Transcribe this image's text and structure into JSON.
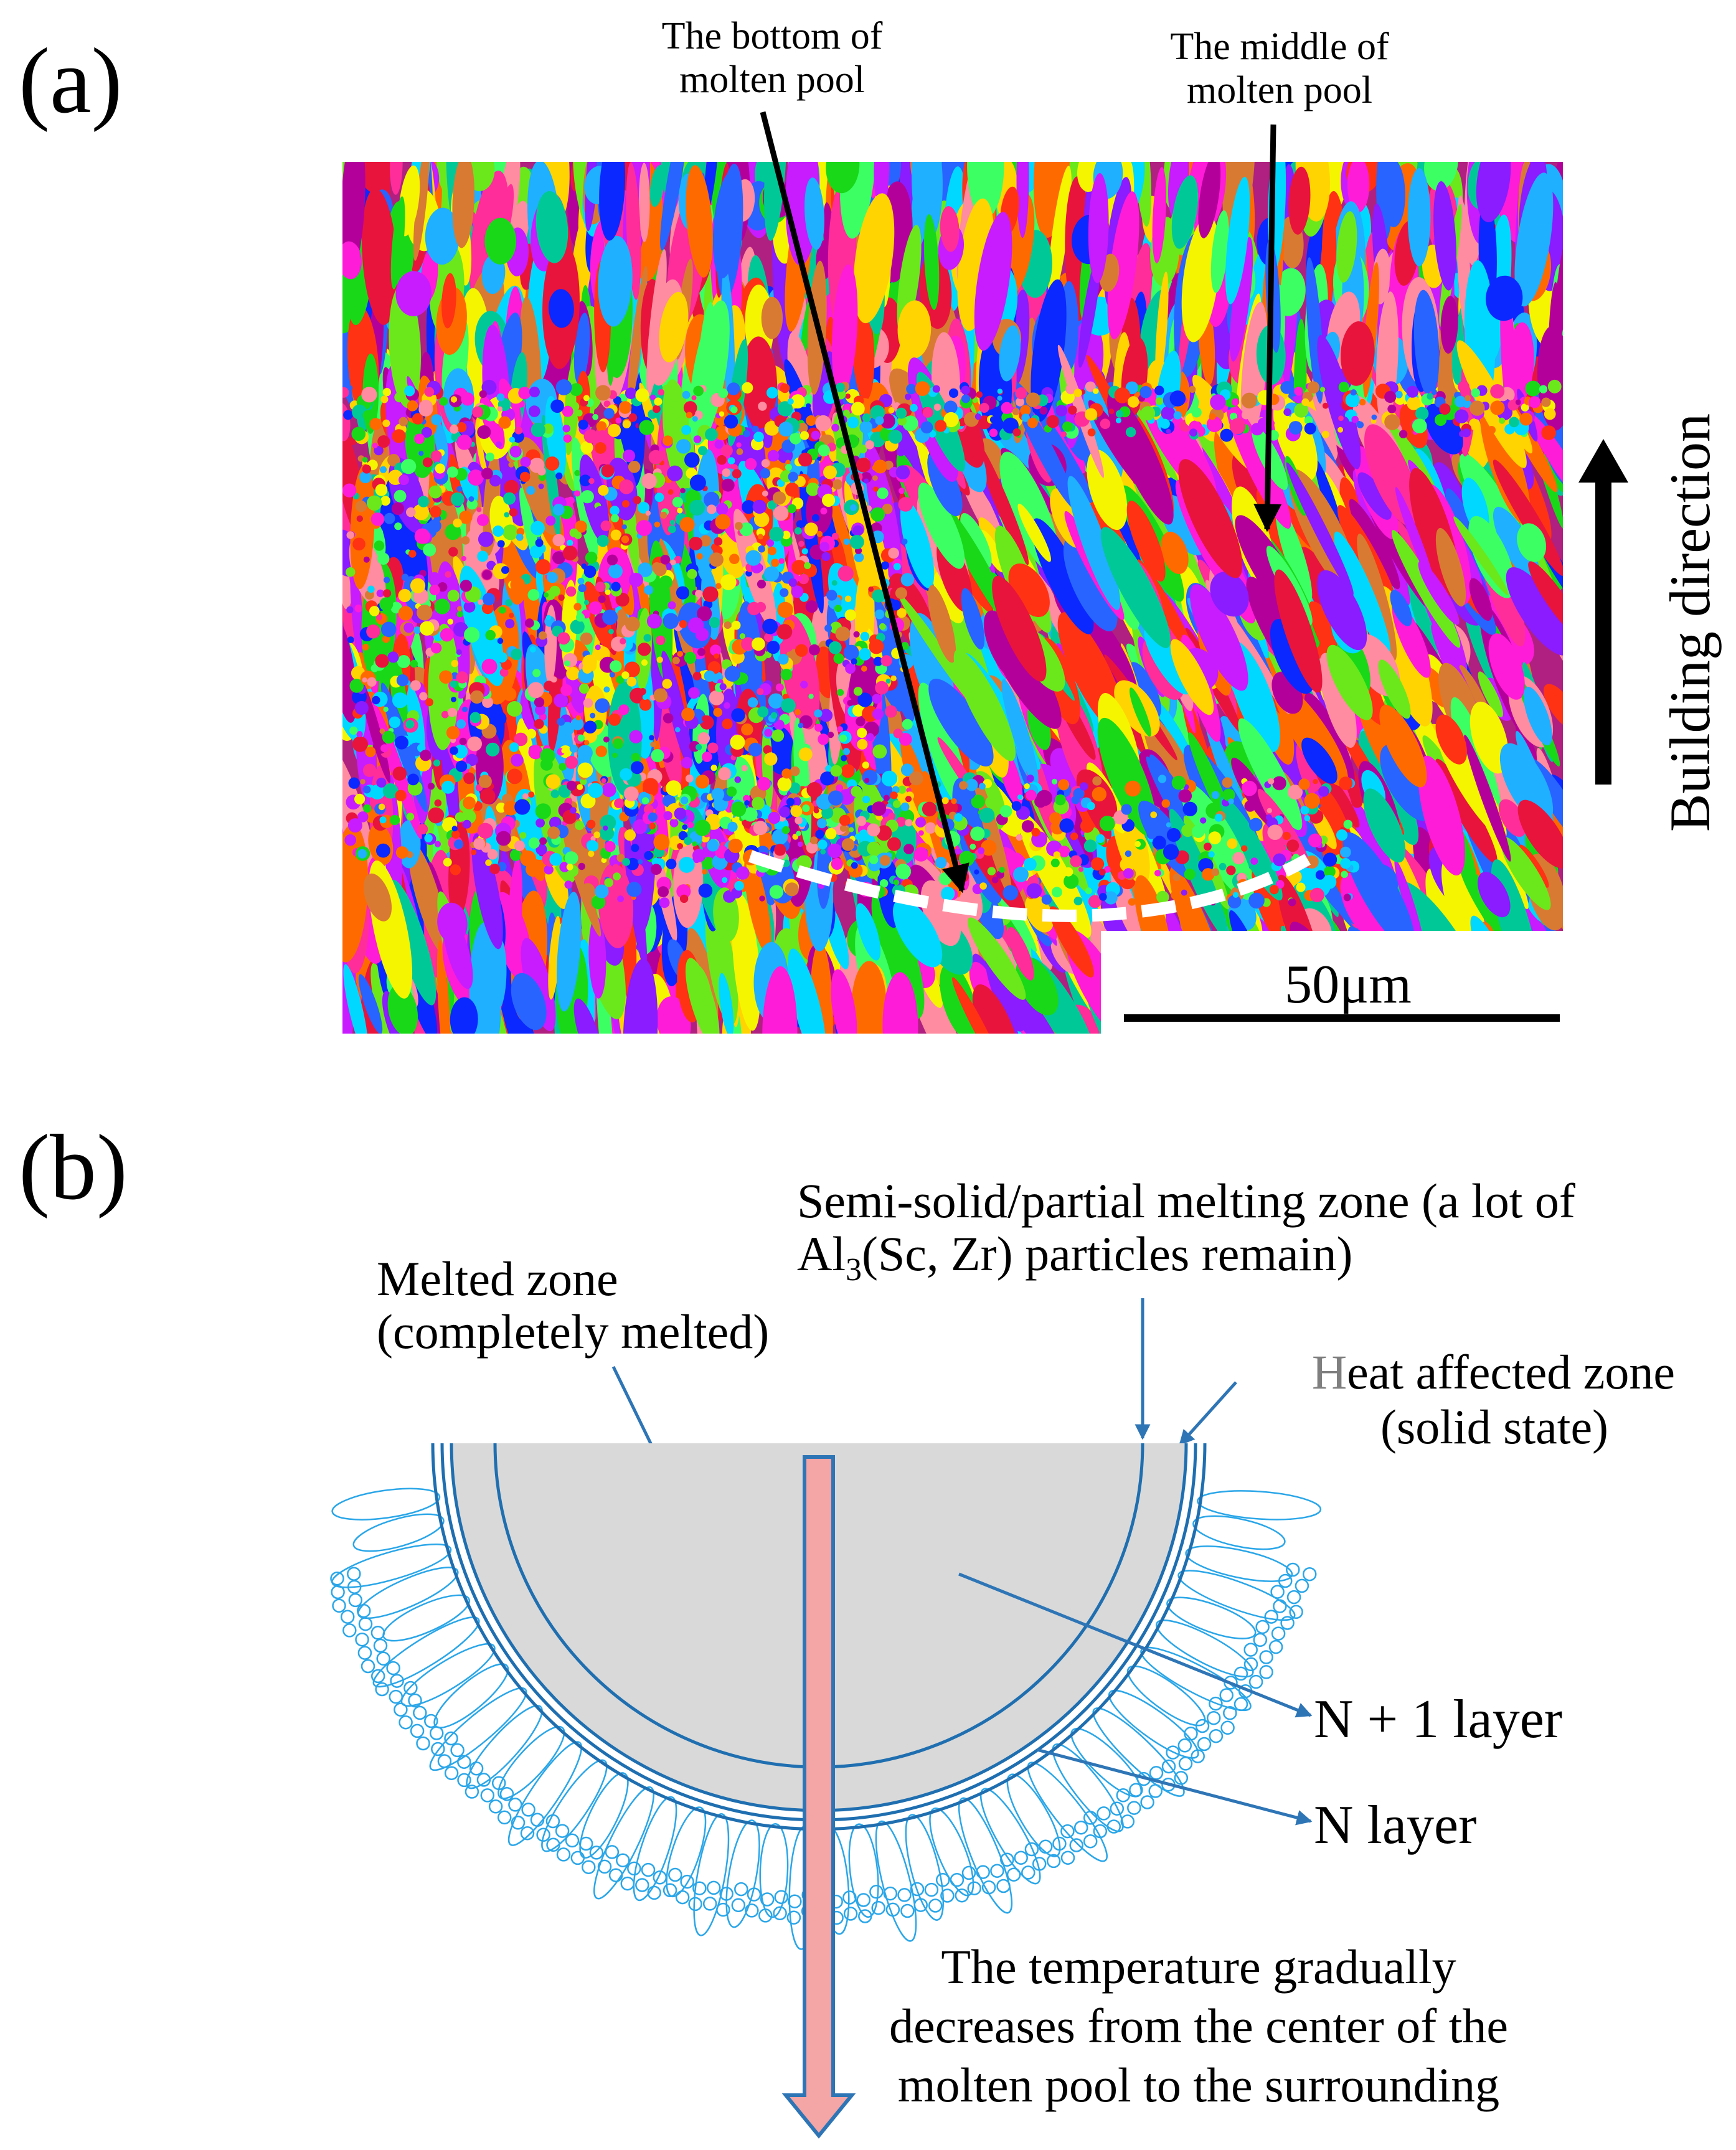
{
  "panel_a": {
    "label": "(a)",
    "annotation_bottom": [
      "The bottom of",
      "molten pool"
    ],
    "annotation_middle": [
      "The middle of",
      "molten pool"
    ],
    "scale_bar": "50μm",
    "building_direction": "Building direction"
  },
  "panel_b": {
    "label": "(b)",
    "semi_solid": [
      "Semi-solid/partial melting zone (a lot of",
      "Al3(Sc, Zr) particles remain)"
    ],
    "al_prefix": "Al",
    "al_sub": "3",
    "al_rest": "(Sc, Zr) particles remain)",
    "melted": [
      "Melted zone",
      "(completely melted)"
    ],
    "haz_first": "H",
    "haz_rest": "eat affected zone",
    "haz_line2": "(solid state)",
    "layer_n1": "N + 1 layer",
    "layer_n": "N layer",
    "temperature": [
      "The temperature gradually",
      "decreases from the center of the",
      "molten pool to the surrounding"
    ]
  },
  "colors": {
    "arrow_blue": "#2e75b6",
    "ring_blue": "#1f6fb0",
    "grain_blue": "#2aa6e8",
    "melt_fill": "#d9d9d9",
    "thermal_arrow_fill": "#f4a5a5"
  }
}
